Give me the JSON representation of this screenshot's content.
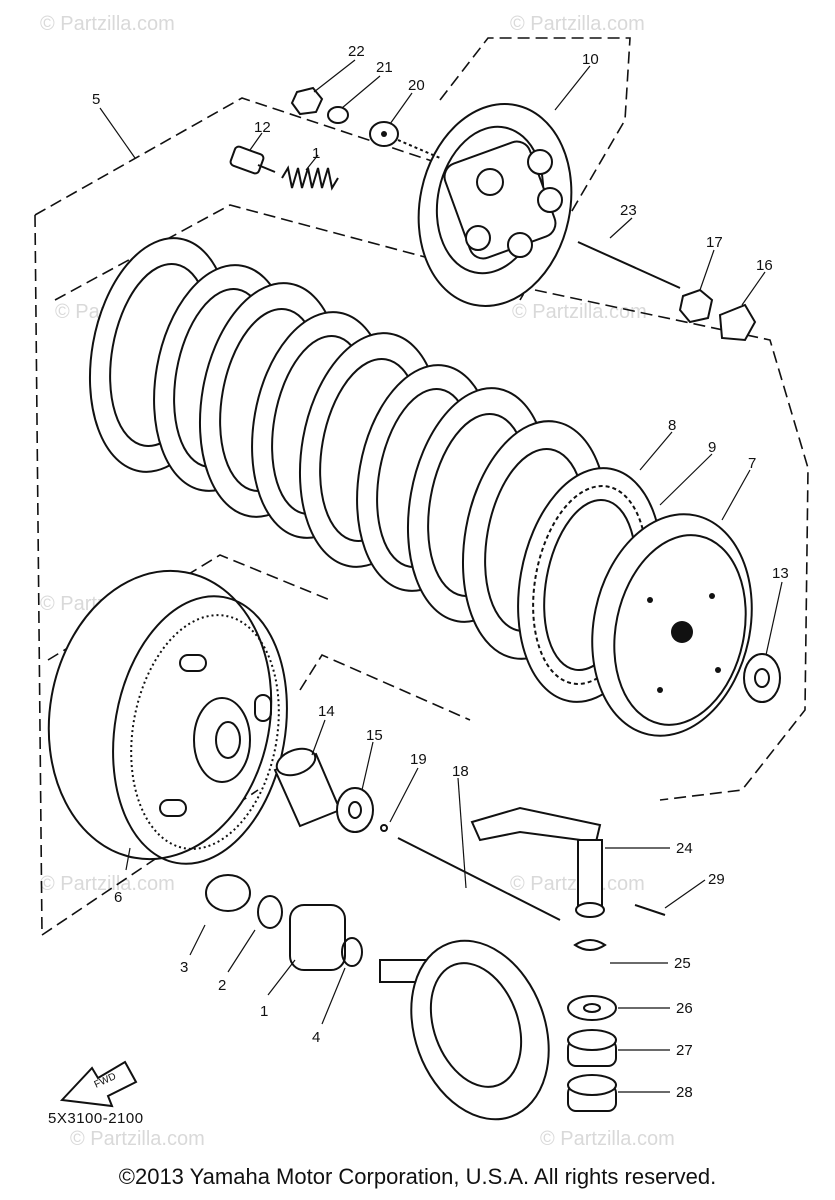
{
  "watermark": "© Partzilla.com",
  "diagram_code": "5X3100-2100",
  "fwd_label": "FWD",
  "copyright": "©2013 Yamaha Motor Corporation, U.S.A. All rights reserved.",
  "callouts": {
    "c1": "1",
    "c1b": "1",
    "c2": "2",
    "c3": "3",
    "c4": "4",
    "c5": "5",
    "c6": "6",
    "c7": "7",
    "c8": "8",
    "c9": "9",
    "c10": "10",
    "c12": "12",
    "c13": "13",
    "c14": "14",
    "c15": "15",
    "c16": "16",
    "c17": "17",
    "c18": "18",
    "c19": "19",
    "c20": "20",
    "c21": "21",
    "c22": "22",
    "c23": "23",
    "c24": "24",
    "c25": "25",
    "c26": "26",
    "c27": "27",
    "c28": "28",
    "c29": "29"
  }
}
